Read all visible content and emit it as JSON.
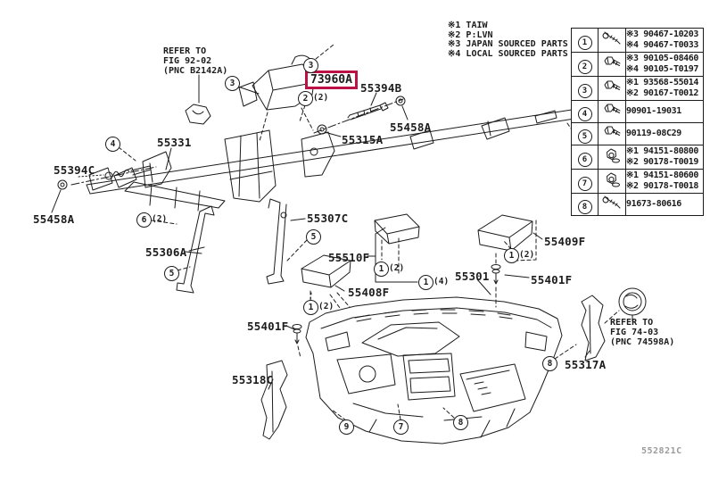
{
  "colors": {
    "highlight_box": "#bb1144",
    "ink": "#1c1c1c",
    "watermark_gray": "#9b9b9b"
  },
  "legend": {
    "items": [
      "※1 TAIW",
      "※2 P:LVN",
      "※3 JAPAN SOURCED PARTS",
      "※4 LOCAL SOURCED PARTS"
    ]
  },
  "notes": {
    "refer_top_left": {
      "line1": "REFER TO",
      "line2": "FIG 92-02",
      "line3": "(PNC B2142A)"
    },
    "refer_bottom_right": {
      "line1": "REFER TO",
      "line2": "FIG 74-03",
      "line3": "(PNC 74598A)"
    }
  },
  "watermark": "552821C",
  "parts": {
    "p73960a": "73960A",
    "p55394b": "55394B",
    "p55315a": "55315A",
    "p55458a_r": "55458A",
    "p55458a_l": "55458A",
    "p55331": "55331",
    "p55394c": "55394C",
    "p55306a": "55306A",
    "p55307c": "55307C",
    "p55510f": "55510F",
    "p55408f": "55408F",
    "p55301": "55301",
    "p55409f": "55409F",
    "p55401f_r": "55401F",
    "p55401f_l": "55401F",
    "p55318c": "55318C",
    "p55317a": "55317A"
  },
  "callouts": [
    {
      "num": "3",
      "qty": ""
    },
    {
      "num": "3",
      "qty": ""
    },
    {
      "num": "2",
      "qty": "(2)"
    },
    {
      "num": "4",
      "qty": ""
    },
    {
      "num": "6",
      "qty": "(2)"
    },
    {
      "num": "5",
      "qty": ""
    },
    {
      "num": "5",
      "qty": ""
    },
    {
      "num": "1",
      "qty": "(2)"
    },
    {
      "num": "1",
      "qty": "(4)"
    },
    {
      "num": "1",
      "qty": "(2)"
    },
    {
      "num": "1",
      "qty": "(2)"
    },
    {
      "num": "9",
      "qty": ""
    },
    {
      "num": "7",
      "qty": ""
    },
    {
      "num": "8",
      "qty": ""
    },
    {
      "num": "8",
      "qty": ""
    }
  ],
  "fastener_table": {
    "rows": [
      {
        "num": "1",
        "icon": "screw-icon",
        "line1": "※3 90467-10203",
        "line2": "※4 90467-T0033"
      },
      {
        "num": "2",
        "icon": "bolt-icon",
        "line1": "※3 90105-08460",
        "line2": "※4 90105-T0197"
      },
      {
        "num": "3",
        "icon": "bolt-icon",
        "line1": "※1 93568-55014",
        "line2": "※2 90167-T0012"
      },
      {
        "num": "4",
        "icon": "bolt-icon",
        "line1": "90901-19031",
        "line2": ""
      },
      {
        "num": "5",
        "icon": "bolt-icon",
        "line1": "90119-08C29",
        "line2": ""
      },
      {
        "num": "6",
        "icon": "nut-icon",
        "line1": "※1 94151-80800",
        "line2": "※2 90178-T0019"
      },
      {
        "num": "7",
        "icon": "nut-icon",
        "line1": "※1 94151-80600",
        "line2": "※2 90178-T0018"
      },
      {
        "num": "8",
        "icon": "screw-icon",
        "line1": "91673-80616",
        "line2": ""
      }
    ]
  }
}
